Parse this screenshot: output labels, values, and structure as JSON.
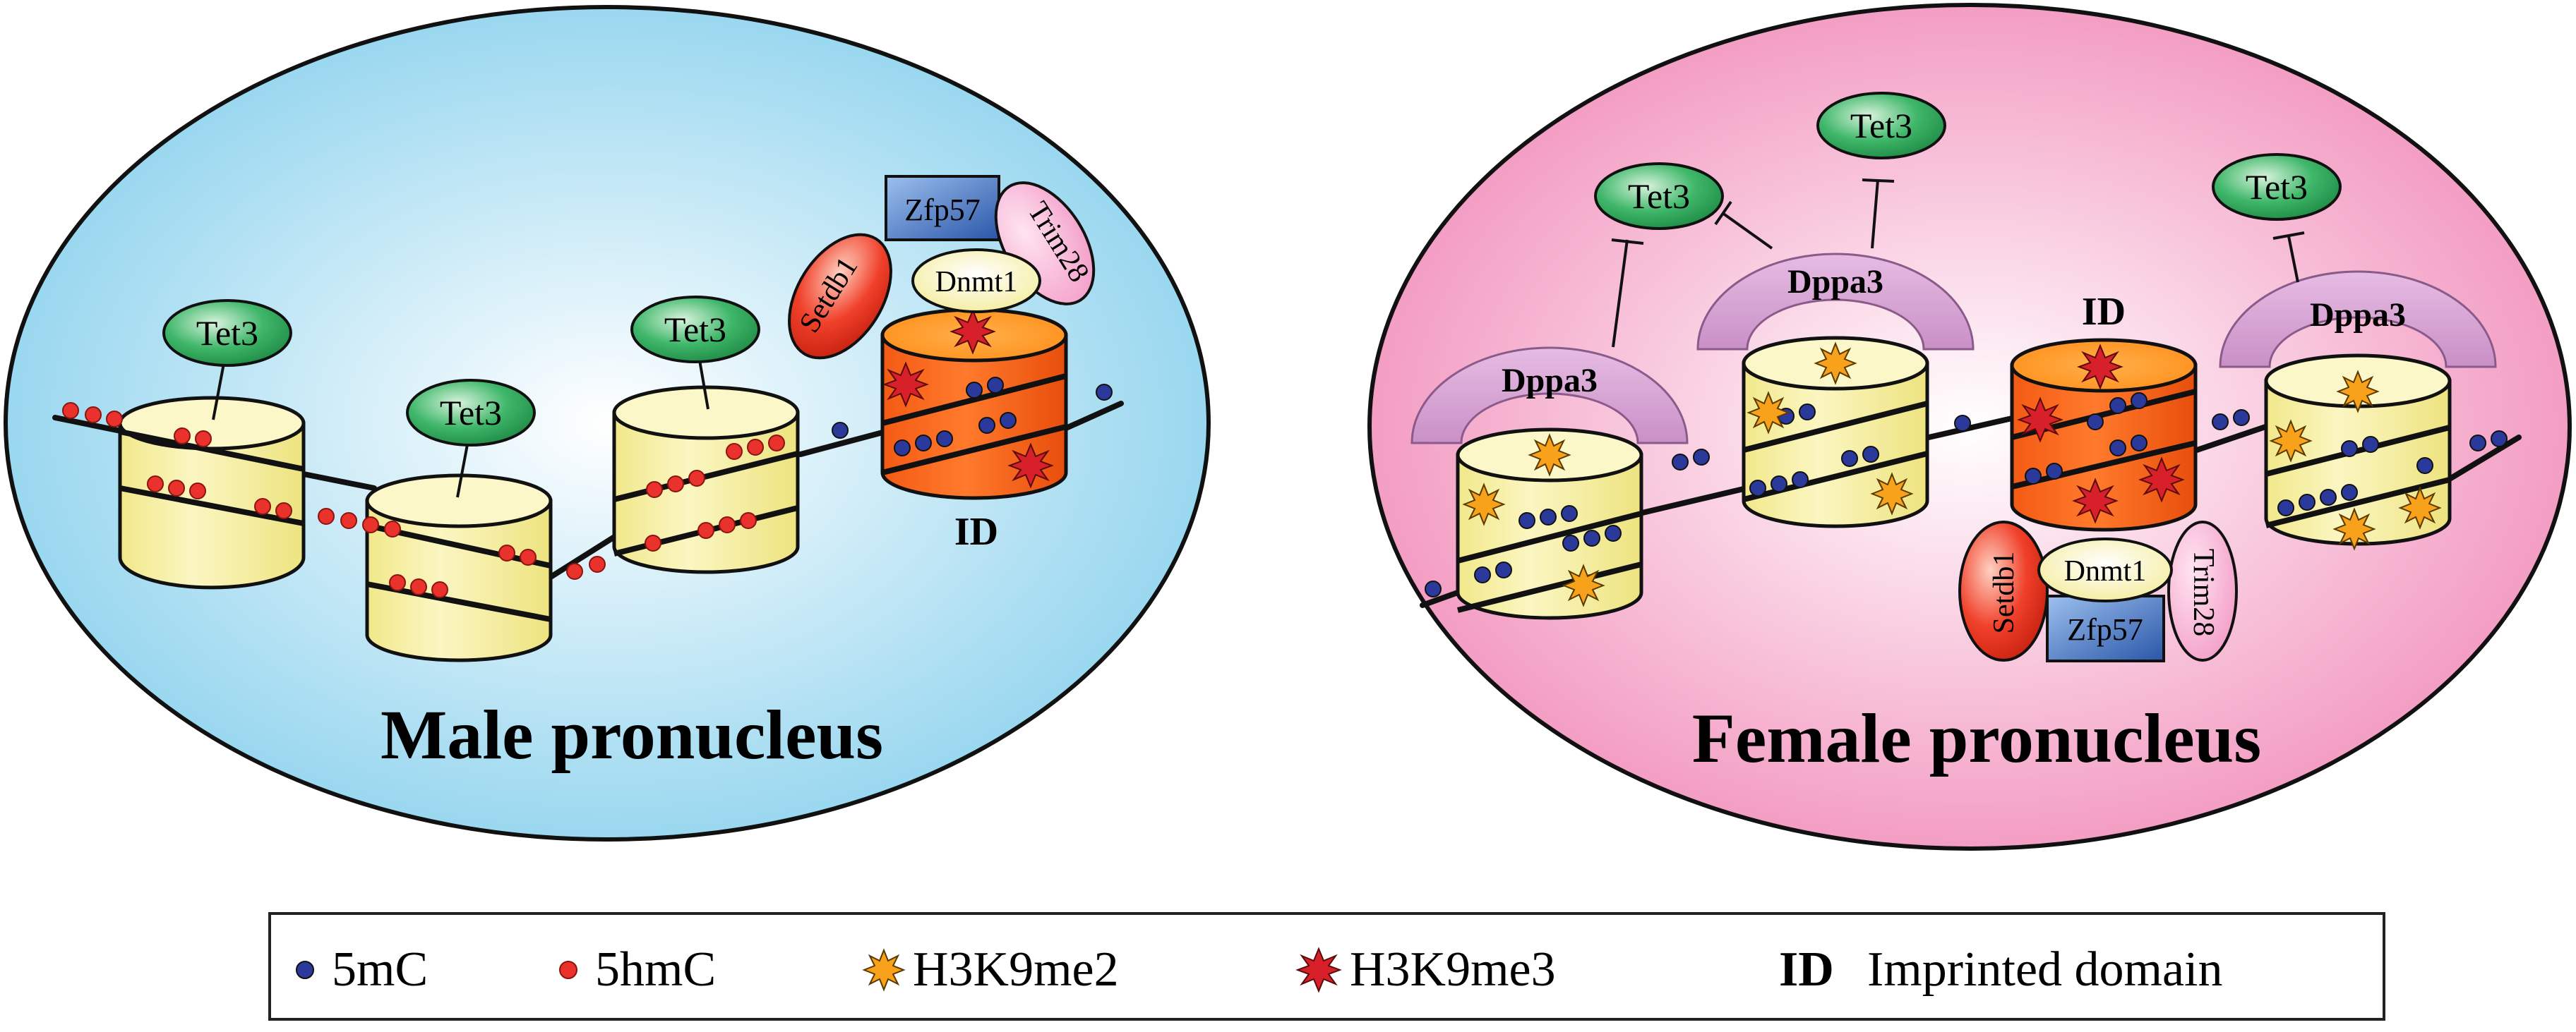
{
  "male": {
    "title": "Male pronucleus",
    "tet3": [
      "Tet3",
      "Tet3",
      "Tet3"
    ],
    "id_label": "ID",
    "complex": {
      "zfp57": "Zfp57",
      "trim28": "Trim28",
      "setdb1": "Setdb1",
      "dnmt1": "Dnmt1"
    }
  },
  "female": {
    "title": "Female pronucleus",
    "tet3": [
      "Tet3",
      "Tet3",
      "Tet3"
    ],
    "dppa3": [
      "Dppa3",
      "Dppa3",
      "Dppa3"
    ],
    "id_label": "ID",
    "complex": {
      "zfp57": "Zfp57",
      "trim28": "Trim28",
      "setdb1": "Setdb1",
      "dnmt1": "Dnmt1"
    }
  },
  "legend": {
    "items": [
      {
        "symbol": "5mC",
        "label": "5mC"
      },
      {
        "symbol": "5hmC",
        "label": "5hmC"
      },
      {
        "symbol": "H3K9me2",
        "label": "H3K9me2"
      },
      {
        "symbol": "H3K9me3",
        "label": "H3K9me3"
      }
    ],
    "id_abbrev": "ID",
    "id_label": "Imprinted domain"
  },
  "colors": {
    "male_bg": "#a9def0",
    "female_bg": "#f4a3c6",
    "nucleosome": "#f6f0a2",
    "id_nucleosome": "#ff6a1e",
    "tet3": "#2ea45a",
    "dppa3": "#d9a6d6",
    "zfp57": "#3a68b8",
    "trim28": "#f6a7cf",
    "setdb1": "#e8361e",
    "dnmt1": "#f8f2a8",
    "mc5": "#2b3a9a",
    "hmc5": "#e8322b",
    "h3k9me2": "#f7a21a",
    "h3k9me3": "#d8202a"
  }
}
